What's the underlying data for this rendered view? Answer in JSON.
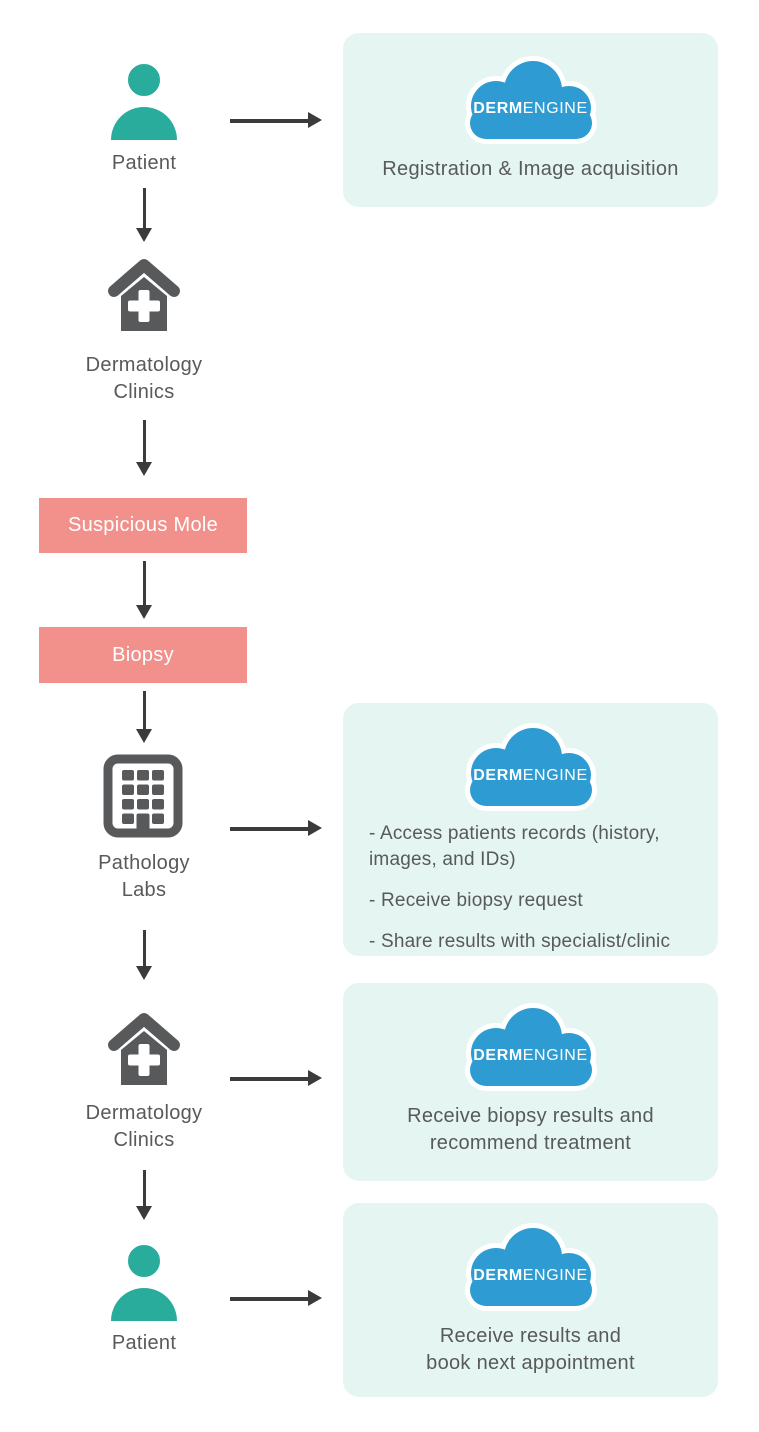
{
  "logo": {
    "brand_bold": "DERM",
    "brand_light": "ENGINE"
  },
  "flow_steps": [
    {
      "type": "icon",
      "icon": "person",
      "label": "Patient"
    },
    {
      "type": "icon",
      "icon": "clinic-house",
      "label": "Dermatology\nClinics"
    },
    {
      "type": "box",
      "label": "Suspicious Mole"
    },
    {
      "type": "box",
      "label": "Biopsy"
    },
    {
      "type": "icon",
      "icon": "lab-building",
      "label": "Pathology\nLabs"
    },
    {
      "type": "icon",
      "icon": "clinic-house",
      "label": "Dermatology\nClinics"
    },
    {
      "type": "icon",
      "icon": "person",
      "label": "Patient"
    }
  ],
  "cards": [
    {
      "caption": "Registration & Image acquisition"
    },
    {
      "bullets": [
        "- Access patients records (history,\nimages, and IDs)",
        "- Receive biopsy request",
        "- Share results with specialist/clinic"
      ]
    },
    {
      "caption": "Receive biopsy results and\nrecommend treatment"
    },
    {
      "caption": "Receive results and\nbook next appointment"
    }
  ],
  "colors": {
    "person_teal": "#2AAC9C",
    "icon_gray": "#58595B",
    "arrow_dark": "#3B3B3B",
    "process_pink": "#F2918B",
    "card_background": "#E4F5F2",
    "cloud_blue": "#2E9CD2",
    "label_gray": "#58595B",
    "card_text": "#58595B",
    "box_text": "#FFFFFF"
  }
}
